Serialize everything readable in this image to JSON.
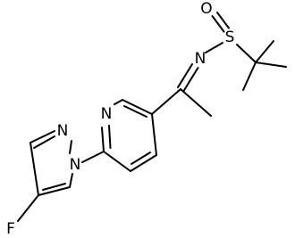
{
  "molecule": {
    "atoms": {
      "oxygen": "O",
      "sulfur": "S",
      "imine_nitrogen": "N",
      "pyridine_nitrogen": "N",
      "pyrazole_n1": "N",
      "pyrazole_n2": "N",
      "fluorine": "F"
    }
  },
  "colors": {
    "bond": "#000000",
    "background": "#ffffff"
  }
}
